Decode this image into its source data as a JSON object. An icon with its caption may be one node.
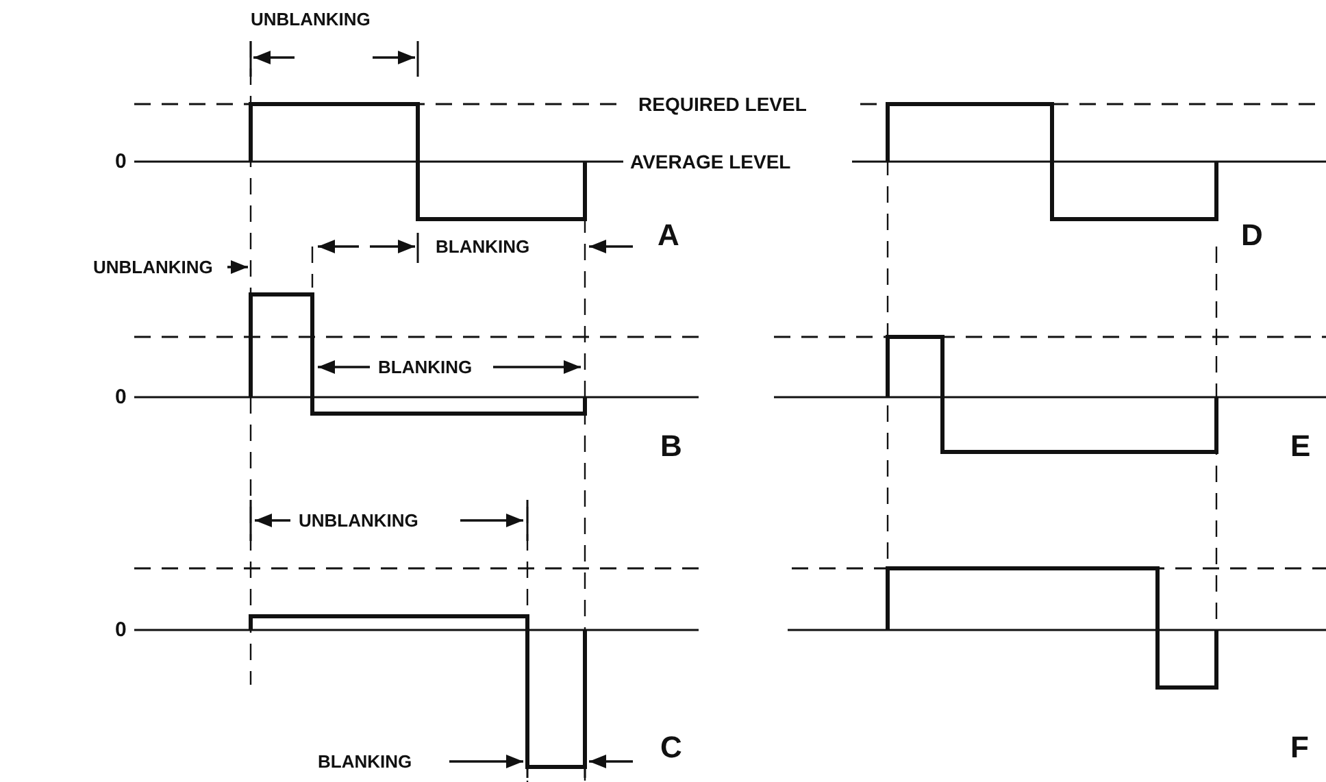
{
  "diagram": {
    "labels": [
      "UNBLANKING",
      "REQUIRED LEVEL",
      "0",
      "AVERAGE LEVEL",
      "UNBLANKING",
      "BLANKING",
      "A",
      "D",
      "BLANKING",
      "0",
      "B",
      "E",
      "UNBLANKING",
      "0",
      "C",
      "F",
      "BLANKING"
    ]
  }
}
